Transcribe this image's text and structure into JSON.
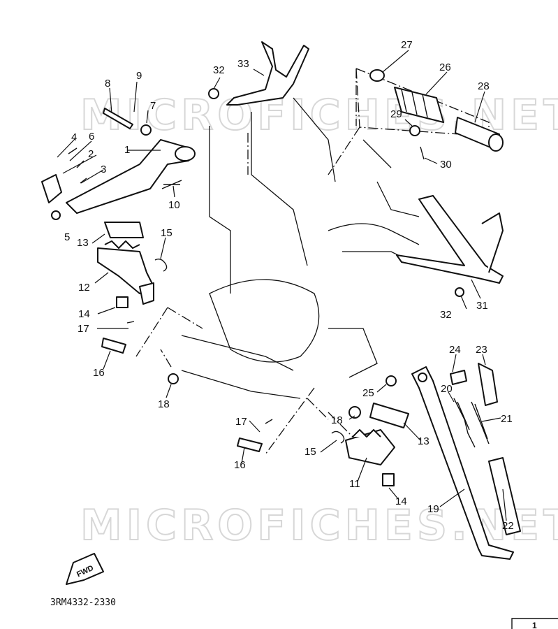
{
  "diagram": {
    "document_number": "3RM4332-2330",
    "watermark_text": "MICROFICHES.NET",
    "direction_marker": "FWD",
    "corner_mark": "1",
    "callouts": [
      "1",
      "2",
      "3",
      "4",
      "5",
      "6",
      "7",
      "8",
      "9",
      "10",
      "11",
      "12",
      "13",
      "13",
      "14",
      "14",
      "15",
      "15",
      "16",
      "16",
      "17",
      "17",
      "18",
      "18",
      "19",
      "20",
      "21",
      "22",
      "23",
      "24",
      "25",
      "26",
      "27",
      "28",
      "29",
      "30",
      "31",
      "32",
      "32",
      "33"
    ]
  }
}
